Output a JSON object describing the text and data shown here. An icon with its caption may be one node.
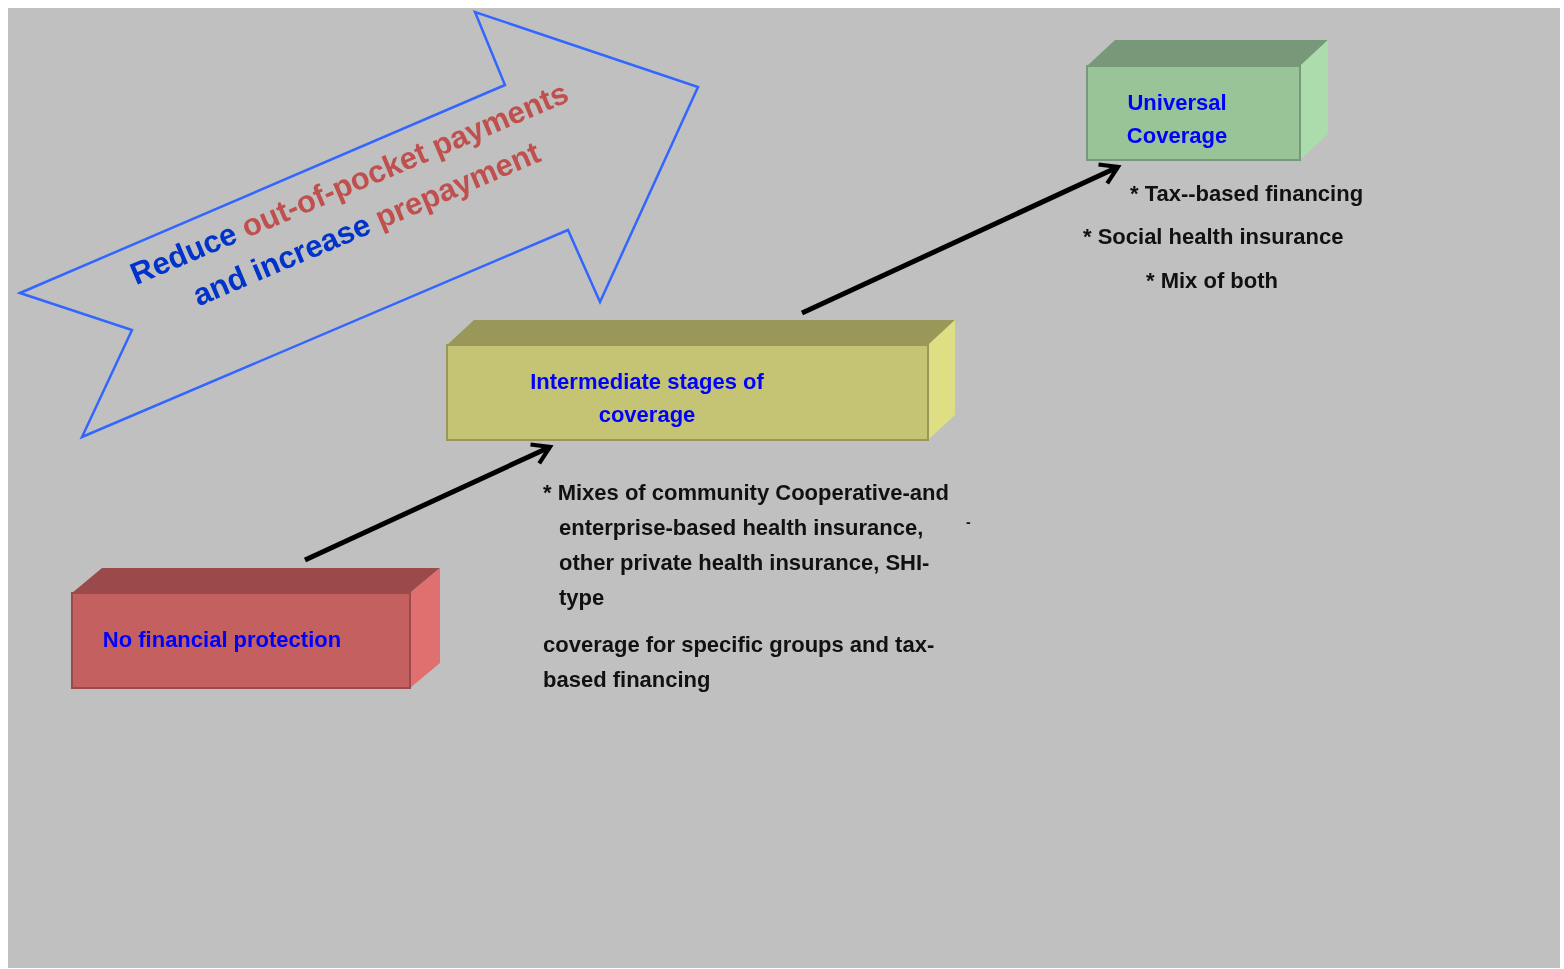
{
  "diagram": {
    "nodes": [
      {
        "text": [
          "Reduce",
          "out-of-pocket payments",
          "and increase",
          "prepayment"
        ]
      },
      {
        "text": [
          "No financial protection"
        ]
      },
      {
        "text": [
          "Intermediate stages of coverage"
        ],
        "beside": [
          "* Mixes of community Cooperative-and enterprise-based health insurance, other private health insurance, SHI-type",
          "coverage for specific groups and tax-based financing"
        ]
      },
      {
        "text": [
          "Universal Coverage"
        ],
        "beside": [
          "* Tax--based financing",
          "* Social health insurance",
          "* Mix of both"
        ]
      }
    ],
    "edges": [
      {
        "from": 1,
        "to": 2,
        "arrow": "to"
      },
      {
        "from": 2,
        "to": 3,
        "arrow": "to"
      }
    ],
    "labels": [
      "-"
    ]
  }
}
